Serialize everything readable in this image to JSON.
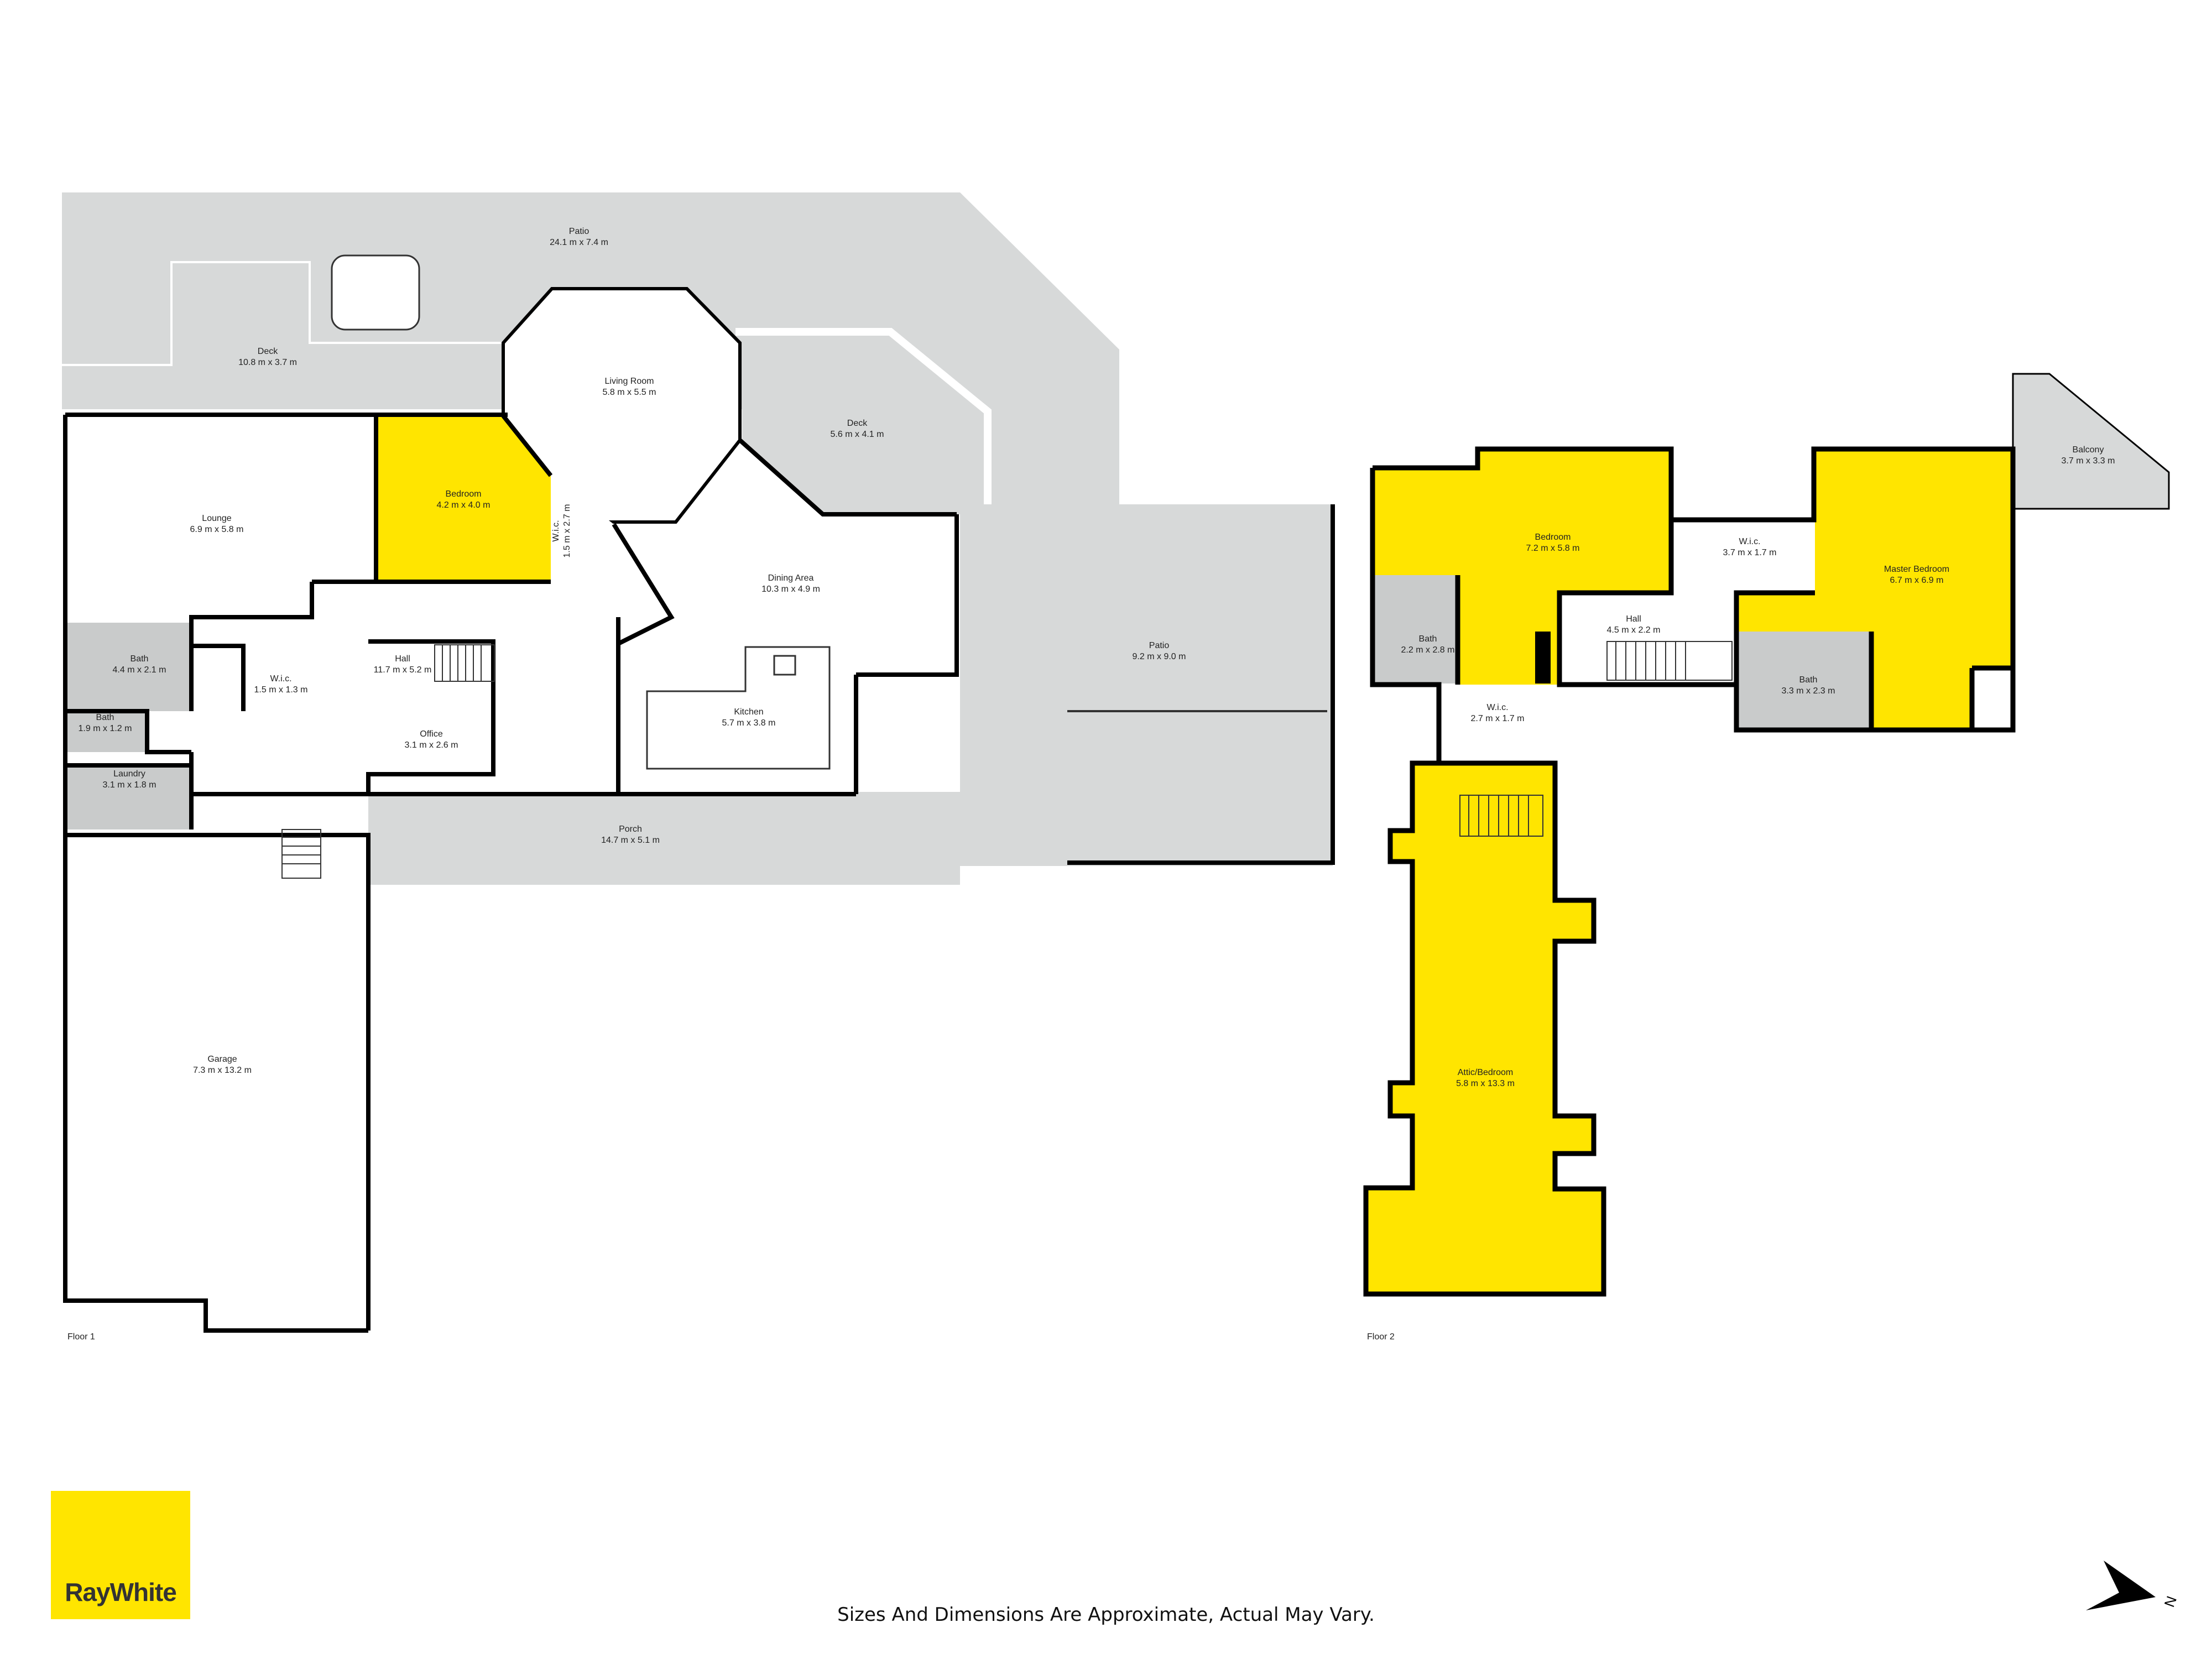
{
  "floor1": {
    "label": "Floor 1",
    "rooms": {
      "patio_top": {
        "name": "Patio",
        "dims": "24.1 m x 7.4 m"
      },
      "deck_left": {
        "name": "Deck",
        "dims": "10.8 m x 3.7 m"
      },
      "living": {
        "name": "Living Room",
        "dims": "5.8 m x 5.5 m"
      },
      "deck_right": {
        "name": "Deck",
        "dims": "5.6 m x 4.1 m"
      },
      "lounge": {
        "name": "Lounge",
        "dims": "6.9 m x 5.8 m"
      },
      "bedroom": {
        "name": "Bedroom",
        "dims": "4.2 m x 4.0 m"
      },
      "wic_side": {
        "name": "W.i.c.",
        "dims": "1.5 m x 2.7 m"
      },
      "dining": {
        "name": "Dining Area",
        "dims": "10.3 m x 4.9 m"
      },
      "patio_right": {
        "name": "Patio",
        "dims": "9.2 m x 9.0 m"
      },
      "bath1": {
        "name": "Bath",
        "dims": "4.4 m x 2.1 m"
      },
      "wic_small": {
        "name": "W.i.c.",
        "dims": "1.5 m x 1.3 m"
      },
      "hall": {
        "name": "Hall",
        "dims": "11.7 m x 5.2 m"
      },
      "bath2": {
        "name": "Bath",
        "dims": "1.9 m x 1.2 m"
      },
      "office": {
        "name": "Office",
        "dims": "3.1 m x 2.6 m"
      },
      "kitchen": {
        "name": "Kitchen",
        "dims": "5.7 m x 3.8 m"
      },
      "laundry": {
        "name": "Laundry",
        "dims": "3.1 m x 1.8 m"
      },
      "porch": {
        "name": "Porch",
        "dims": "14.7 m x 5.1 m"
      },
      "garage": {
        "name": "Garage",
        "dims": "7.3 m x 13.2 m"
      }
    }
  },
  "floor2": {
    "label": "Floor 2",
    "rooms": {
      "balcony": {
        "name": "Balcony",
        "dims": "3.7 m x 3.3 m"
      },
      "bedroom": {
        "name": "Bedroom",
        "dims": "7.2 m x 5.8 m"
      },
      "wic_top": {
        "name": "W.i.c.",
        "dims": "3.7 m x 1.7 m"
      },
      "master": {
        "name": "Master Bedroom",
        "dims": "6.7 m x 6.9 m"
      },
      "hall": {
        "name": "Hall",
        "dims": "4.5 m x 2.2 m"
      },
      "bath_left": {
        "name": "Bath",
        "dims": "2.2 m x 2.8 m"
      },
      "bath_right": {
        "name": "Bath",
        "dims": "3.3 m x 2.3 m"
      },
      "wic_mid": {
        "name": "W.i.c.",
        "dims": "2.7 m x 1.7 m"
      },
      "attic": {
        "name": "Attic/Bedroom",
        "dims": "5.8 m x 13.3 m"
      }
    }
  },
  "disclaimer": "Sizes And Dimensions Are Approximate, Actual May Vary.",
  "logo_text": "RayWhite",
  "compass": "N",
  "colors": {
    "highlight": "#ffe500",
    "outdoor": "#d7d9d9",
    "interior": "#ffffff",
    "wall": "#000000",
    "wet": "#c9cbcb"
  }
}
